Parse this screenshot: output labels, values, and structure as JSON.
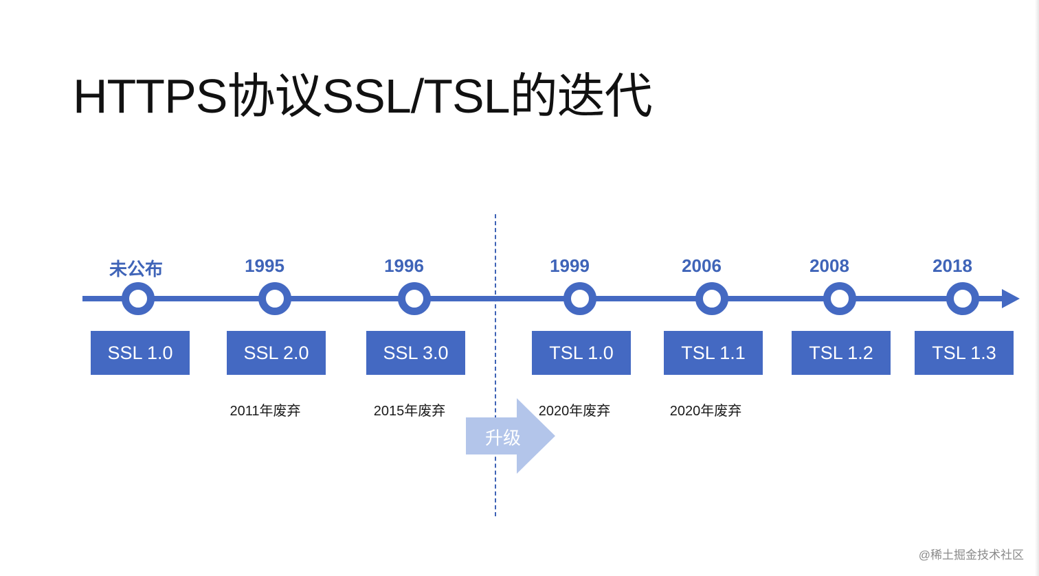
{
  "title": "HTTPS协议SSL/TSL的迭代",
  "timeline": [
    {
      "year": "未公布",
      "version": "SSL 1.0",
      "note": ""
    },
    {
      "year": "1995",
      "version": "SSL 2.0",
      "note": "2011年废弃"
    },
    {
      "year": "1996",
      "version": "SSL 3.0",
      "note": "2015年废弃"
    },
    {
      "year": "1999",
      "version": "TSL 1.0",
      "note": "2020年废弃"
    },
    {
      "year": "2006",
      "version": "TSL 1.1",
      "note": "2020年废弃"
    },
    {
      "year": "2008",
      "version": "TSL 1.2",
      "note": ""
    },
    {
      "year": "2018",
      "version": "TSL 1.3",
      "note": ""
    }
  ],
  "upgrade_label": "升级",
  "watermark": "@稀土掘金技术社区",
  "colors": {
    "primary": "#4469c2",
    "year_text": "#3f64b8",
    "upgrade_arrow": "#b3c5ea"
  }
}
